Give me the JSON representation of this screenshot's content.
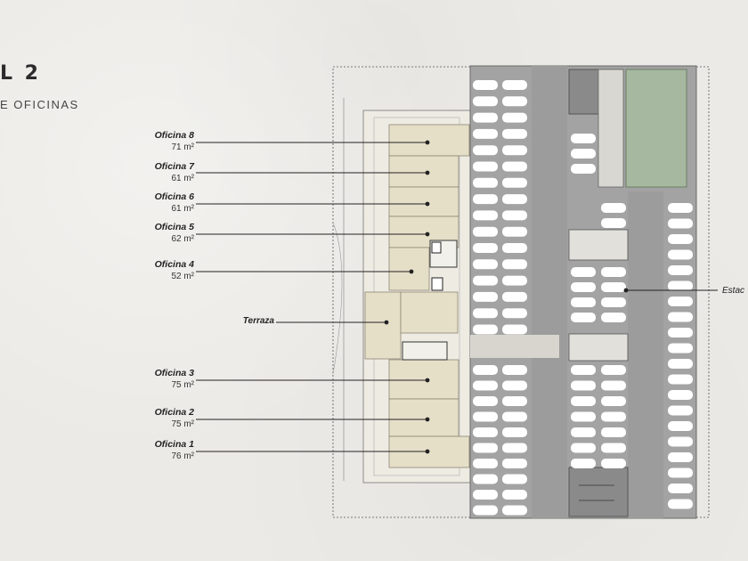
{
  "header": {
    "title": "L 2",
    "subtitle": "E OFICINAS"
  },
  "offices": [
    {
      "name": "Oficina 8",
      "area": "71 m²"
    },
    {
      "name": "Oficina 7",
      "area": "61 m²"
    },
    {
      "name": "Oficina 6",
      "area": "61 m²"
    },
    {
      "name": "Oficina 5",
      "area": "62 m²"
    },
    {
      "name": "Oficina 4",
      "area": "52 m²"
    },
    {
      "name": "Oficina 3",
      "area": "75 m²"
    },
    {
      "name": "Oficina 2",
      "area": "75 m²"
    },
    {
      "name": "Oficina 1",
      "area": "76 m²"
    }
  ],
  "terrace": {
    "label": "Terraza"
  },
  "parking": {
    "label": "Estac"
  },
  "colors": {
    "background": "#eceae6",
    "office_fill": "#e6dfc8",
    "parking_fill": "#a3a3a3",
    "green_court": "#a7b8a0",
    "line": "#222222"
  }
}
